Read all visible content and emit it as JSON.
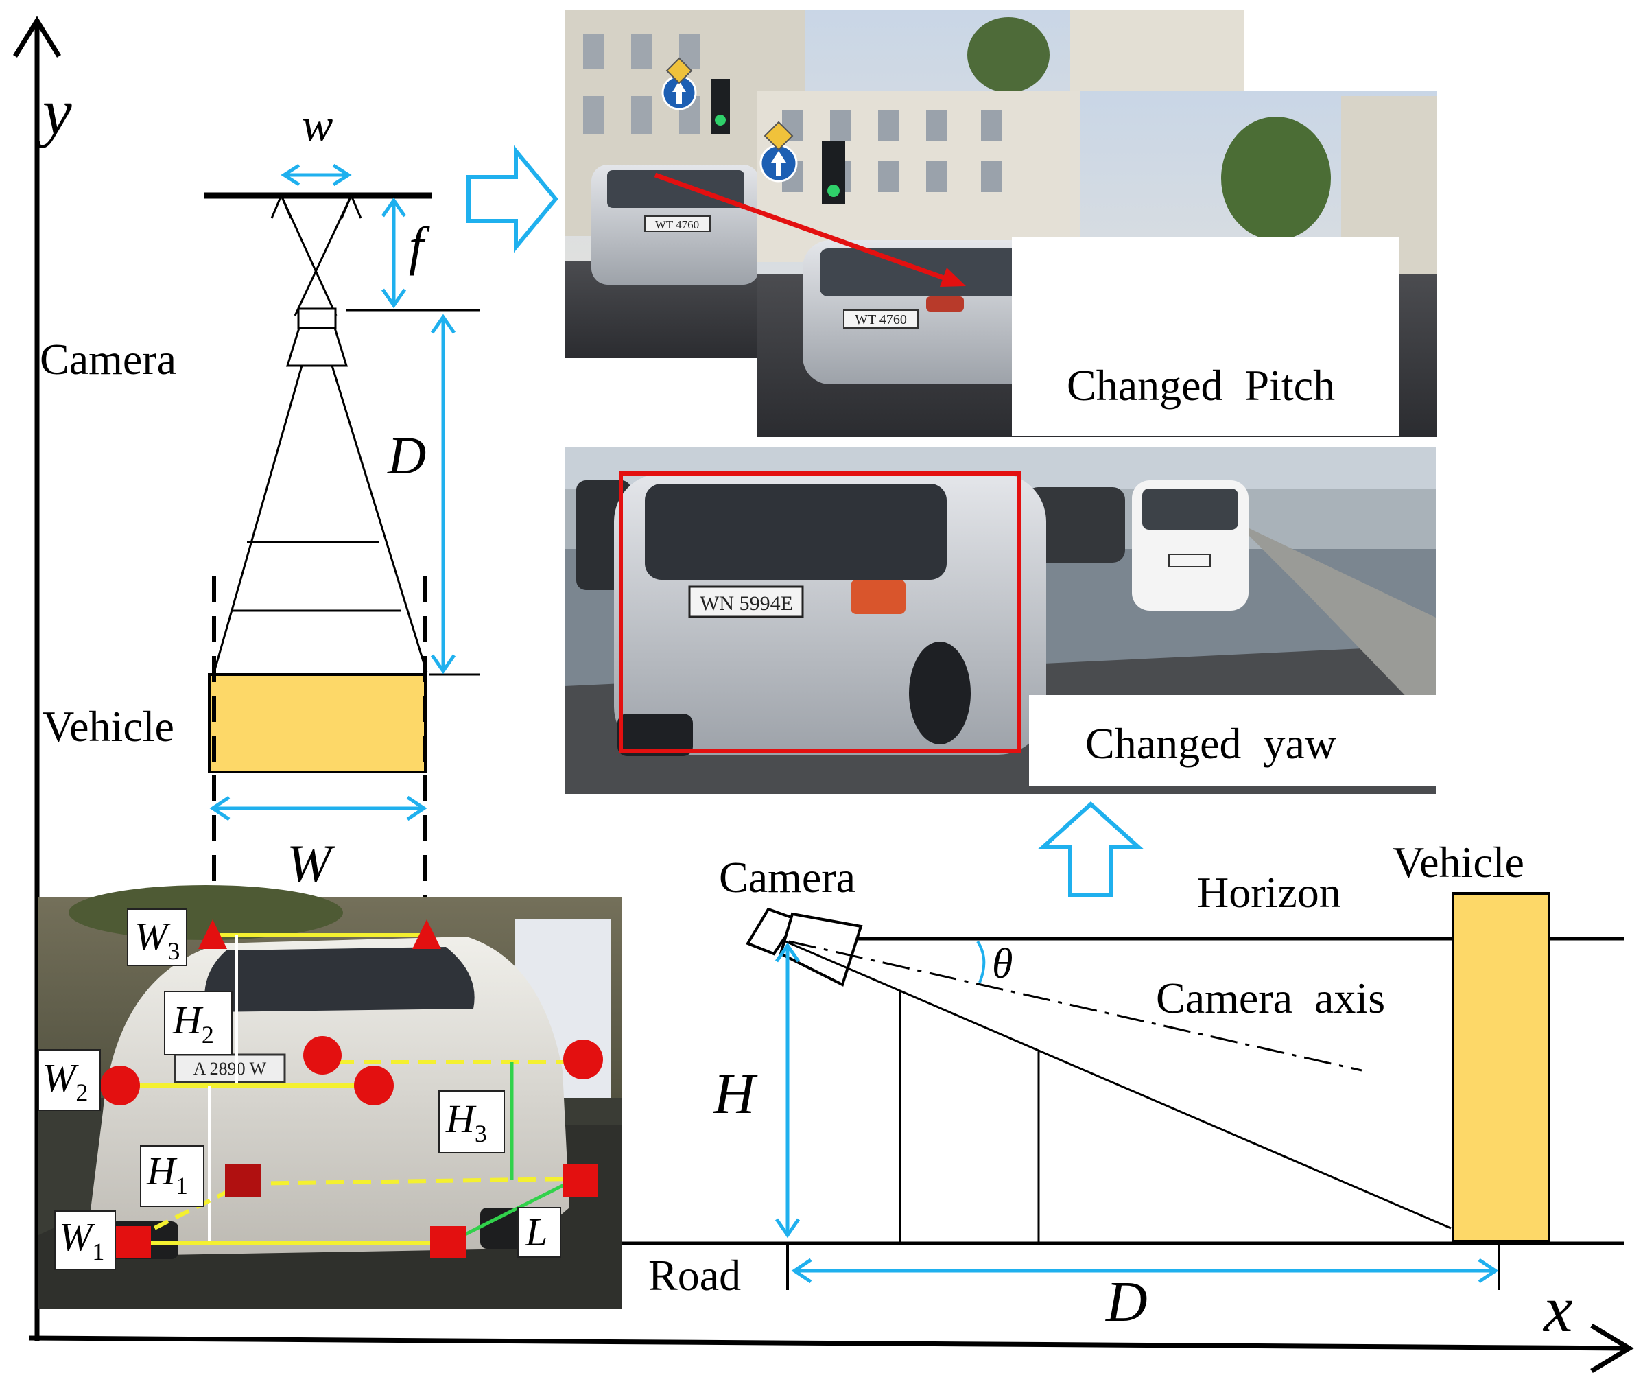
{
  "axes": {
    "x": "x",
    "y": "y"
  },
  "top_view": {
    "camera_label": "Camera",
    "vehicle_label": "Vehicle",
    "image_width_symbol": "w",
    "focal_symbol": "f",
    "distance_symbol": "D",
    "vehicle_width_symbol": "W"
  },
  "photos": {
    "pitch_caption": "Changed  Pitch",
    "yaw_caption": "Changed  yaw",
    "plate_pitch": "WT 4760",
    "plate_yaw": "WN 5994E"
  },
  "keypoints_photo": {
    "labels": [
      {
        "main": "W",
        "sub": "3"
      },
      {
        "main": "H",
        "sub": "2"
      },
      {
        "main": "W",
        "sub": "2"
      },
      {
        "main": "H",
        "sub": "3"
      },
      {
        "main": "H",
        "sub": "1"
      },
      {
        "main": "W",
        "sub": "1"
      },
      {
        "main": "L",
        "sub": ""
      }
    ],
    "plate": "A 2890 W"
  },
  "side_view": {
    "camera_label": "Camera",
    "horizon_label": "Horizon",
    "vehicle_label": "Vehicle",
    "angle_symbol": "θ",
    "axis_label": "Camera  axis",
    "height_symbol": "H",
    "road_label": "Road",
    "distance_symbol": "D"
  },
  "colors": {
    "accent_blue": "#1fb0ee",
    "vehicle_fill": "#fdd868",
    "marker_red": "#e31010",
    "guide_yellow": "#f4f030",
    "guide_green": "#31d24b"
  }
}
